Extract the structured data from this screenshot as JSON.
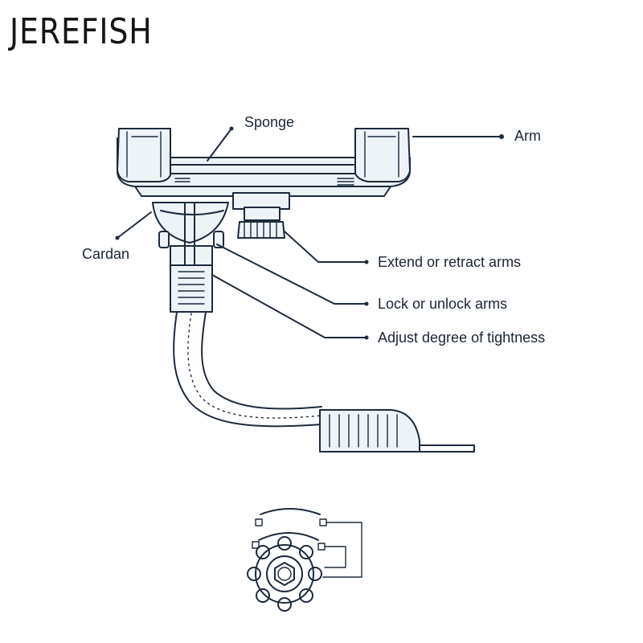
{
  "brand": {
    "logo_text": "JEREFISH"
  },
  "diagram": {
    "labels": {
      "sponge": "Sponge",
      "arm": "Arm",
      "cardan": "Cardan",
      "extend": "Extend or retract arms",
      "lock": "Lock or unlock arms",
      "adjust": "Adjust degree of tightness"
    }
  },
  "colors": {
    "line": "#1c2a3c",
    "fill": "#eef3f8",
    "text": "#1a2533"
  }
}
